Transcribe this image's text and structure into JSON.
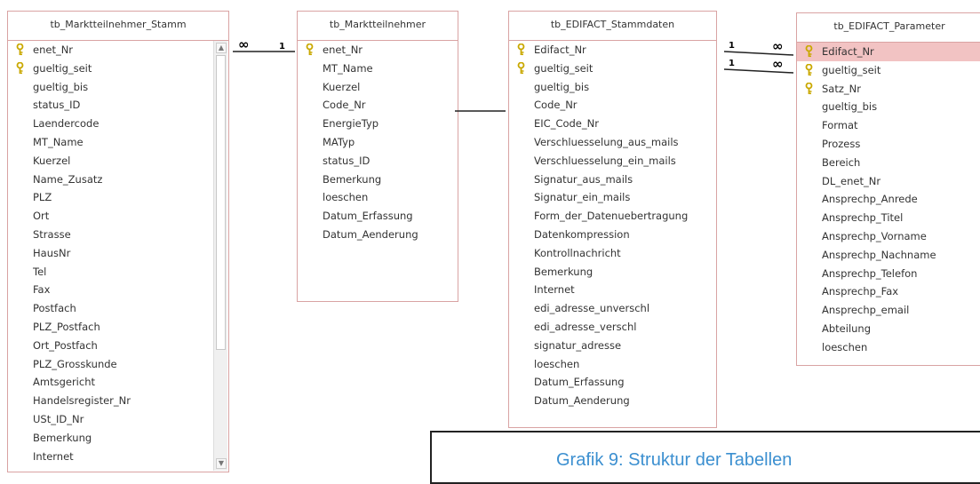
{
  "tables": [
    {
      "id": "t1",
      "title": "tb_Marktteilnehmer_Stamm",
      "fields": [
        {
          "name": "enet_Nr",
          "key": true
        },
        {
          "name": "gueltig_seit",
          "key": true
        },
        {
          "name": "gueltig_bis"
        },
        {
          "name": "status_ID"
        },
        {
          "name": "Laendercode"
        },
        {
          "name": "MT_Name"
        },
        {
          "name": "Kuerzel"
        },
        {
          "name": "Name_Zusatz"
        },
        {
          "name": "PLZ"
        },
        {
          "name": "Ort"
        },
        {
          "name": "Strasse"
        },
        {
          "name": "HausNr"
        },
        {
          "name": "Tel"
        },
        {
          "name": "Fax"
        },
        {
          "name": "Postfach"
        },
        {
          "name": "PLZ_Postfach"
        },
        {
          "name": "Ort_Postfach"
        },
        {
          "name": "PLZ_Grosskunde"
        },
        {
          "name": "Amtsgericht"
        },
        {
          "name": "Handelsregister_Nr"
        },
        {
          "name": "USt_ID_Nr"
        },
        {
          "name": "Bemerkung"
        },
        {
          "name": "Internet"
        }
      ]
    },
    {
      "id": "t2",
      "title": "tb_Marktteilnehmer",
      "fields": [
        {
          "name": "enet_Nr",
          "key": true
        },
        {
          "name": "MT_Name"
        },
        {
          "name": "Kuerzel"
        },
        {
          "name": "Code_Nr"
        },
        {
          "name": "EnergieTyp"
        },
        {
          "name": "MATyp"
        },
        {
          "name": "status_ID"
        },
        {
          "name": "Bemerkung"
        },
        {
          "name": "loeschen"
        },
        {
          "name": "Datum_Erfassung"
        },
        {
          "name": "Datum_Aenderung"
        }
      ]
    },
    {
      "id": "t3",
      "title": "tb_EDIFACT_Stammdaten",
      "fields": [
        {
          "name": "Edifact_Nr",
          "key": true
        },
        {
          "name": "gueltig_seit",
          "key": true
        },
        {
          "name": "gueltig_bis"
        },
        {
          "name": "Code_Nr"
        },
        {
          "name": "EIC_Code_Nr"
        },
        {
          "name": "Verschluesselung_aus_mails"
        },
        {
          "name": "Verschluesselung_ein_mails"
        },
        {
          "name": "Signatur_aus_mails"
        },
        {
          "name": "Signatur_ein_mails"
        },
        {
          "name": "Form_der_Datenuebertragung"
        },
        {
          "name": "Datenkompression"
        },
        {
          "name": "Kontrollnachricht"
        },
        {
          "name": "Bemerkung"
        },
        {
          "name": "Internet"
        },
        {
          "name": "edi_adresse_unverschl"
        },
        {
          "name": "edi_adresse_verschl"
        },
        {
          "name": "signatur_adresse"
        },
        {
          "name": "loeschen"
        },
        {
          "name": "Datum_Erfassung"
        },
        {
          "name": "Datum_Aenderung"
        }
      ]
    },
    {
      "id": "t4",
      "title": "tb_EDIFACT_Parameter",
      "fields": [
        {
          "name": "Edifact_Nr",
          "key": true,
          "selected": true
        },
        {
          "name": "gueltig_seit",
          "key": true
        },
        {
          "name": "Satz_Nr",
          "key": true
        },
        {
          "name": "gueltig_bis"
        },
        {
          "name": "Format"
        },
        {
          "name": "Prozess"
        },
        {
          "name": "Bereich"
        },
        {
          "name": "DL_enet_Nr"
        },
        {
          "name": "Ansprechp_Anrede"
        },
        {
          "name": "Ansprechp_Titel"
        },
        {
          "name": "Ansprechp_Vorname"
        },
        {
          "name": "Ansprechp_Nachname"
        },
        {
          "name": "Ansprechp_Telefon"
        },
        {
          "name": "Ansprechp_Fax"
        },
        {
          "name": "Ansprechp_email"
        },
        {
          "name": "Abteilung"
        },
        {
          "name": "loeschen"
        }
      ]
    }
  ],
  "relationships": {
    "many_symbol": "∞",
    "one_symbol": "1"
  },
  "caption": "Grafik 9: Struktur der Tabellen",
  "colors": {
    "border": "#d9a3a3",
    "selected_row": "#f2c3c3",
    "key_icon": "#c9a800",
    "caption_text": "#3b8fd0"
  }
}
